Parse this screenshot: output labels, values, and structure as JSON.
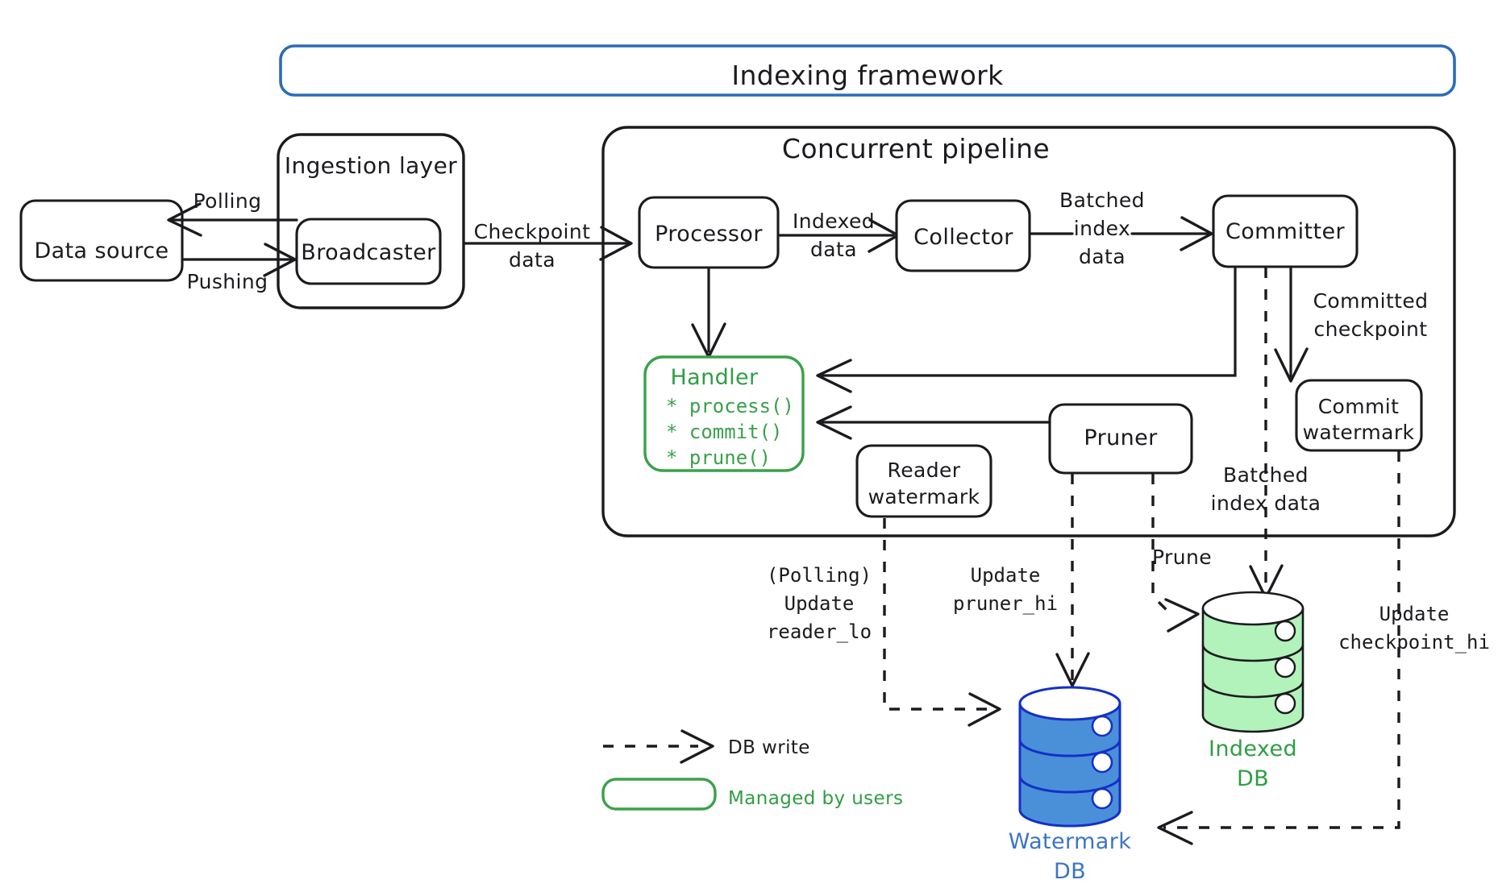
{
  "frame": {
    "title": "Indexing framework",
    "accent_color": "#2b6cb8"
  },
  "groups": {
    "ingestion": {
      "title": "Ingestion layer"
    },
    "pipeline": {
      "title": "Concurrent pipeline"
    }
  },
  "nodes": {
    "data_source": "Data source",
    "broadcaster": "Broadcaster",
    "processor": "Processor",
    "collector": "Collector",
    "committer": "Committer",
    "commit_watermark_l1": "Commit",
    "commit_watermark_l2": "watermark",
    "reader_watermark_l1": "Reader",
    "reader_watermark_l2": "watermark",
    "pruner": "Pruner"
  },
  "handler": {
    "title": "Handler",
    "color": "#3aa14a",
    "methods": [
      "* process()",
      "* commit()",
      "* prune()"
    ]
  },
  "edge_labels": {
    "polling": "Polling",
    "pushing": "Pushing",
    "checkpoint_data_l1": "Checkpoint",
    "checkpoint_data_l2": "data",
    "indexed_data_l1": "Indexed",
    "indexed_data_l2": "data",
    "batched_index_data_l1": "Batched",
    "batched_index_data_l2": "index",
    "batched_index_data_l3": "data",
    "committed_checkpoint_l1": "Committed",
    "committed_checkpoint_l2": "checkpoint",
    "batched_index_data2_l1": "Batched",
    "batched_index_data2_l2": "index data",
    "prune": "Prune",
    "reader_lo_l1": "(Polling)",
    "reader_lo_l2": "Update",
    "reader_lo_l3": "reader_lo",
    "pruner_hi_l1": "Update",
    "pruner_hi_l2": "pruner_hi",
    "checkpoint_hi_l1": "Update",
    "checkpoint_hi_l2": "checkpoint_hi"
  },
  "databases": {
    "indexed": {
      "label_l1": "Indexed",
      "label_l2": "DB",
      "color": "#2f9e44",
      "fill": "#b2f2bb"
    },
    "watermark": {
      "label_l1": "Watermark",
      "label_l2": "DB",
      "color": "#3b75c4",
      "fill": "#4a90d9"
    }
  },
  "legend": {
    "db_write": "DB write",
    "managed_by_users": "Managed by users",
    "managed_color": "#3aa14a"
  }
}
